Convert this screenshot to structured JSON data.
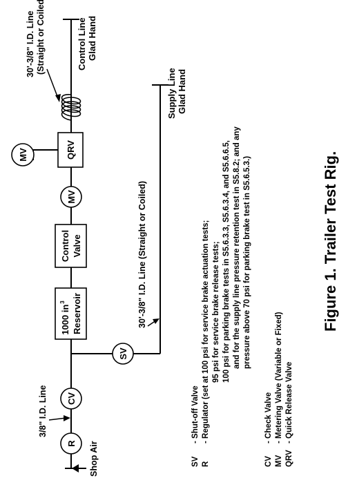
{
  "figure": {
    "title": "Figure 1. Trailer Test Rig."
  },
  "components": {
    "regulator": "R",
    "check_valve": "CV",
    "shutoff_valve": "SV",
    "reservoir_line1": "1000 in",
    "reservoir_sup": "3",
    "reservoir_line2": "Reservoir",
    "control_valve_line1": "Control",
    "control_valve_line2": "Valve",
    "metering_valve_inline": "MV",
    "quick_release_valve": "QRV",
    "metering_valve_branch": "MV"
  },
  "labels": {
    "shop_air": "Shop Air",
    "line_38": "3/8\" I.D. Line",
    "supply_hose": "30'-3/8\" I.D. Line  (Straight or Coiled)",
    "control_hose_line1": "30'-3/8\" I.D. Line",
    "control_hose_line2": "(Straight or Coiled)",
    "control_glad_line1": "Control Line",
    "control_glad_line2": "Glad Hand",
    "supply_glad_line1": "Supply Line",
    "supply_glad_line2": "Glad Hand"
  },
  "legend": [
    {
      "abbr": "SV",
      "lines": [
        "- Shut-off Valve"
      ]
    },
    {
      "abbr": "R",
      "lines": [
        "- Regulator (set at 100 psi for service brake actuation tests;",
        "95 psi for service brake release tests;",
        "100 psi for parking brake tests in S5.6.3.3, S5.6.3.4, and S5.6.6.5,",
        "and for the supply line pressure retention test in S5.8.2; and any",
        "pressure above 70 psi for parking brake test in S5.6.5.3.)"
      ]
    },
    {
      "abbr": "CV",
      "lines": [
        "- Check Valve"
      ]
    },
    {
      "abbr": "MV",
      "lines": [
        "- Metering Valve (Variable or Fixed)"
      ]
    },
    {
      "abbr": "QRV",
      "lines": [
        "- Quick Release Valve"
      ]
    }
  ]
}
